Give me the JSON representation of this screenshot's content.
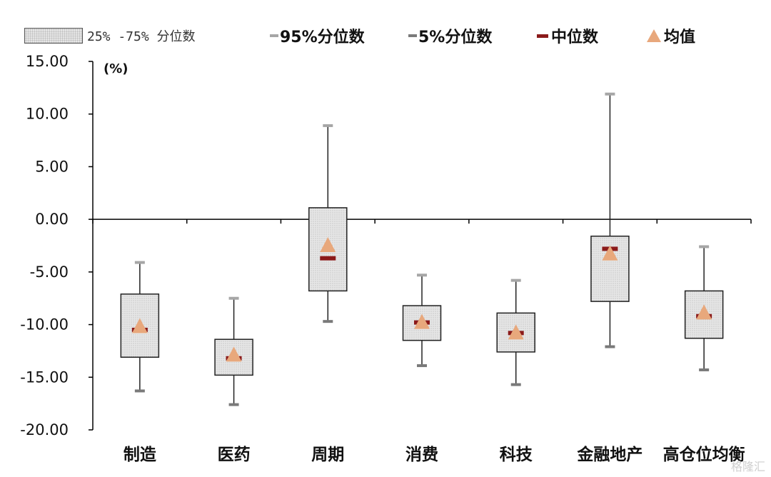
{
  "legend": {
    "iqr": "25% -75% 分位数",
    "p95": "95%分位数",
    "p5": "5%分位数",
    "median": "中位数",
    "mean": "均值"
  },
  "unit": "(%)",
  "watermark": "格隆汇",
  "colors": {
    "box_fill": "#e6e6e6",
    "median": "#8b1a1a",
    "mean": "#e8a87c",
    "p95": "#a6a6a6",
    "p5": "#7a7a7a",
    "axis": "#000000"
  },
  "chart_data": {
    "type": "box",
    "categories": [
      "制造",
      "医药",
      "周期",
      "消费",
      "科技",
      "金融地产",
      "高仓位均衡"
    ],
    "y_ticks": [
      "15.00",
      "10.00",
      "5.00",
      "0.00",
      "-5.00",
      "-10.00",
      "-15.00",
      "-20.00"
    ],
    "ylim": [
      -20,
      15
    ],
    "series": [
      {
        "category": "制造",
        "p5": -16.3,
        "q1": -13.1,
        "median": -10.5,
        "q3": -7.1,
        "p95": -4.1,
        "mean": -10.2
      },
      {
        "category": "医药",
        "p5": -17.6,
        "q1": -14.8,
        "median": -13.2,
        "q3": -11.4,
        "p95": -7.5,
        "mean": -12.9
      },
      {
        "category": "周期",
        "p5": -9.7,
        "q1": -6.8,
        "median": -3.7,
        "q3": 1.1,
        "p95": 8.9,
        "mean": -2.5
      },
      {
        "category": "消费",
        "p5": -13.9,
        "q1": -11.5,
        "median": -9.8,
        "q3": -8.2,
        "p95": -5.3,
        "mean": -9.8
      },
      {
        "category": "科技",
        "p5": -15.7,
        "q1": -12.6,
        "median": -10.8,
        "q3": -8.9,
        "p95": -5.8,
        "mean": -10.8
      },
      {
        "category": "金融地产",
        "p5": -12.1,
        "q1": -7.8,
        "median": -2.8,
        "q3": -1.6,
        "p95": 11.9,
        "mean": -3.3
      },
      {
        "category": "高仓位均衡",
        "p5": -14.3,
        "q1": -11.3,
        "median": -9.2,
        "q3": -6.8,
        "p95": -2.6,
        "mean": -8.9
      }
    ],
    "grid": false,
    "legend_position": "top"
  }
}
